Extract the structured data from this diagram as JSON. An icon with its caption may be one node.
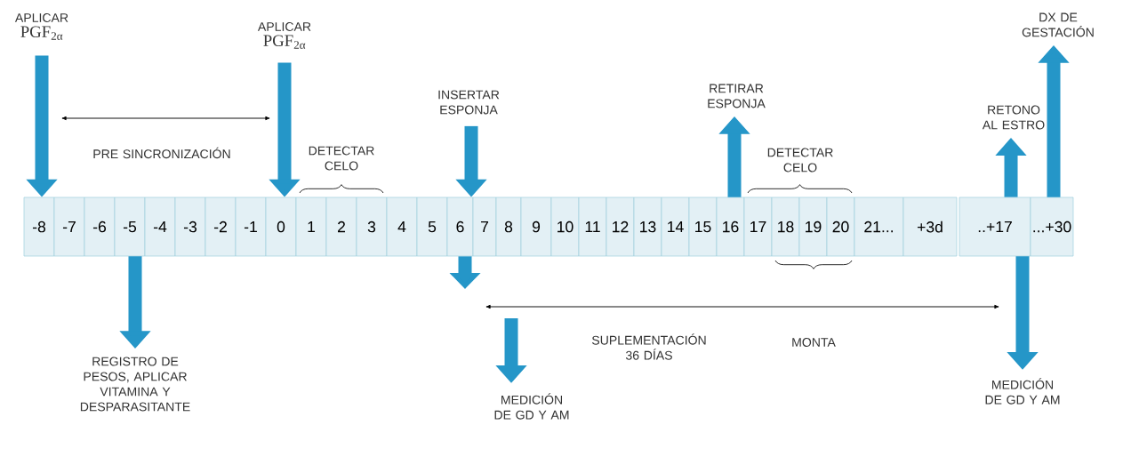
{
  "diagram": {
    "nodes": [
      {
        "text": [
          "APLICAR",
          "PGF$_{2α}$"
        ]
      },
      {
        "text": [
          "APLICAR",
          "PGF$_{2α}$"
        ]
      },
      {
        "text": [
          "INSERTAR ESPONJA"
        ]
      },
      {
        "text": [
          "RETIRAR ESPONJA"
        ]
      },
      {
        "text": [
          "RETONO AL ESTRO"
        ]
      },
      {
        "text": [
          "DX DE GESTACIÓN"
        ]
      },
      {
        "text": [
          "-8"
        ]
      },
      {
        "text": [
          "-7"
        ]
      },
      {
        "text": [
          "-6"
        ]
      },
      {
        "text": [
          "-5"
        ]
      },
      {
        "text": [
          "-4"
        ]
      },
      {
        "text": [
          "-3"
        ]
      },
      {
        "text": [
          "-2"
        ]
      },
      {
        "text": [
          "-1"
        ]
      },
      {
        "text": [
          "0"
        ]
      },
      {
        "text": [
          "1"
        ]
      },
      {
        "text": [
          "2"
        ]
      },
      {
        "text": [
          "3"
        ]
      },
      {
        "text": [
          "4"
        ]
      },
      {
        "text": [
          "5"
        ]
      },
      {
        "text": [
          "6"
        ]
      },
      {
        "text": [
          "7"
        ]
      },
      {
        "text": [
          "8"
        ]
      },
      {
        "text": [
          "9"
        ]
      },
      {
        "text": [
          "10"
        ]
      },
      {
        "text": [
          "11"
        ]
      },
      {
        "text": [
          "12"
        ]
      },
      {
        "text": [
          "13"
        ]
      },
      {
        "text": [
          "14"
        ]
      },
      {
        "text": [
          "15"
        ]
      },
      {
        "text": [
          "16"
        ]
      },
      {
        "text": [
          "17"
        ]
      },
      {
        "text": [
          "18"
        ]
      },
      {
        "text": [
          "19"
        ]
      },
      {
        "text": [
          "20"
        ]
      },
      {
        "text": [
          "21..."
        ]
      },
      {
        "text": [
          "+3d"
        ]
      },
      {
        "text": [
          "..+17"
        ]
      },
      {
        "text": [
          "...+30"
        ]
      },
      {
        "text": [
          "REGISTRO DE PESOS, APLICAR VITAMINA Y DESPARASITANTE"
        ]
      },
      {
        "text": [
          "MEDICIÓN DE GD Y AM"
        ]
      },
      {
        "text": [
          "MEDICIÓN DE GD Y AM"
        ]
      }
    ],
    "edges": [
      {
        "from": 0,
        "to": 6,
        "arrow": "to"
      },
      {
        "from": 1,
        "to": 14,
        "arrow": "to"
      },
      {
        "from": 2,
        "to": 20,
        "arrow": "to"
      },
      {
        "from": 30,
        "to": 3,
        "arrow": "to"
      },
      {
        "from": 37,
        "to": 4,
        "arrow": "to"
      },
      {
        "from": 38,
        "to": 5,
        "arrow": "to"
      },
      {
        "from": 9,
        "to": 39,
        "arrow": "to"
      },
      {
        "from": 20,
        "to": null,
        "arrow": "to"
      },
      {
        "from": null,
        "to": 40,
        "arrow": "to"
      },
      {
        "from": 37,
        "to": 41,
        "arrow": "to"
      }
    ],
    "labels": [
      "PRE SINCRONIZACIÓN",
      "DETECTAR CELO",
      "DETECTAR CELO",
      "SUPLEMENTACIÓN 36 DÍAS",
      "MONTA"
    ]
  }
}
